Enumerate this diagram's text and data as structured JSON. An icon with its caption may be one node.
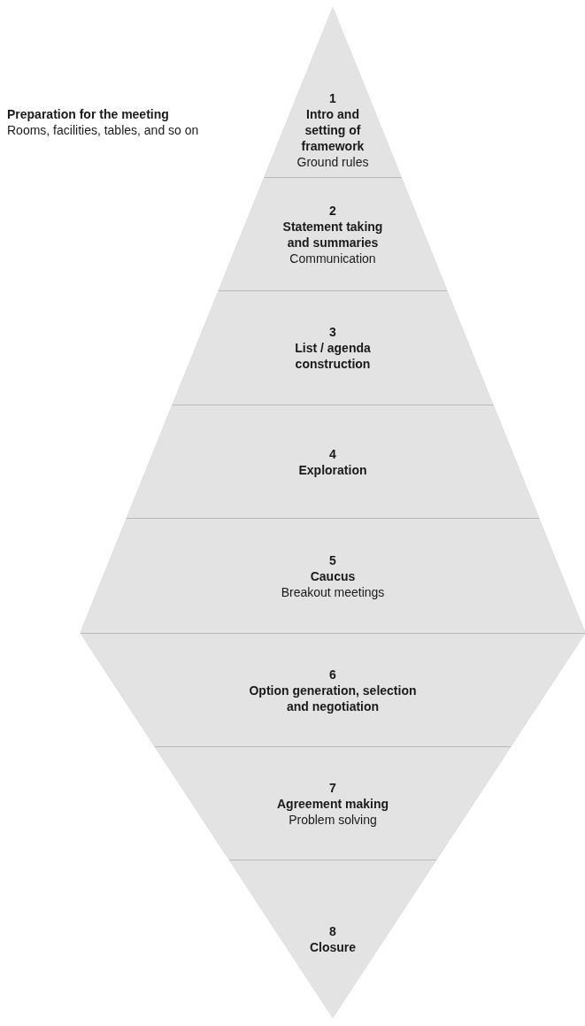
{
  "diagram": {
    "nodes": [
      {
        "text": [
          "1",
          "Intro and setting of framework",
          "Ground rules"
        ]
      },
      {
        "text": [
          "2",
          "Statement taking and summaries",
          "Communication"
        ]
      },
      {
        "text": [
          "3",
          "List / agenda construction"
        ]
      },
      {
        "text": [
          "4",
          "Exploration"
        ]
      },
      {
        "text": [
          "5",
          "Caucus",
          "Breakout meetings"
        ]
      },
      {
        "text": [
          "6",
          "Option generation, selection and negotiation"
        ]
      },
      {
        "text": [
          "7",
          "Agreement making",
          "Problem solving"
        ]
      },
      {
        "text": [
          "8",
          "Closure"
        ]
      }
    ],
    "labels": [
      "Preparation for the meeting",
      "Rooms, facilities, tables, and so on"
    ]
  }
}
